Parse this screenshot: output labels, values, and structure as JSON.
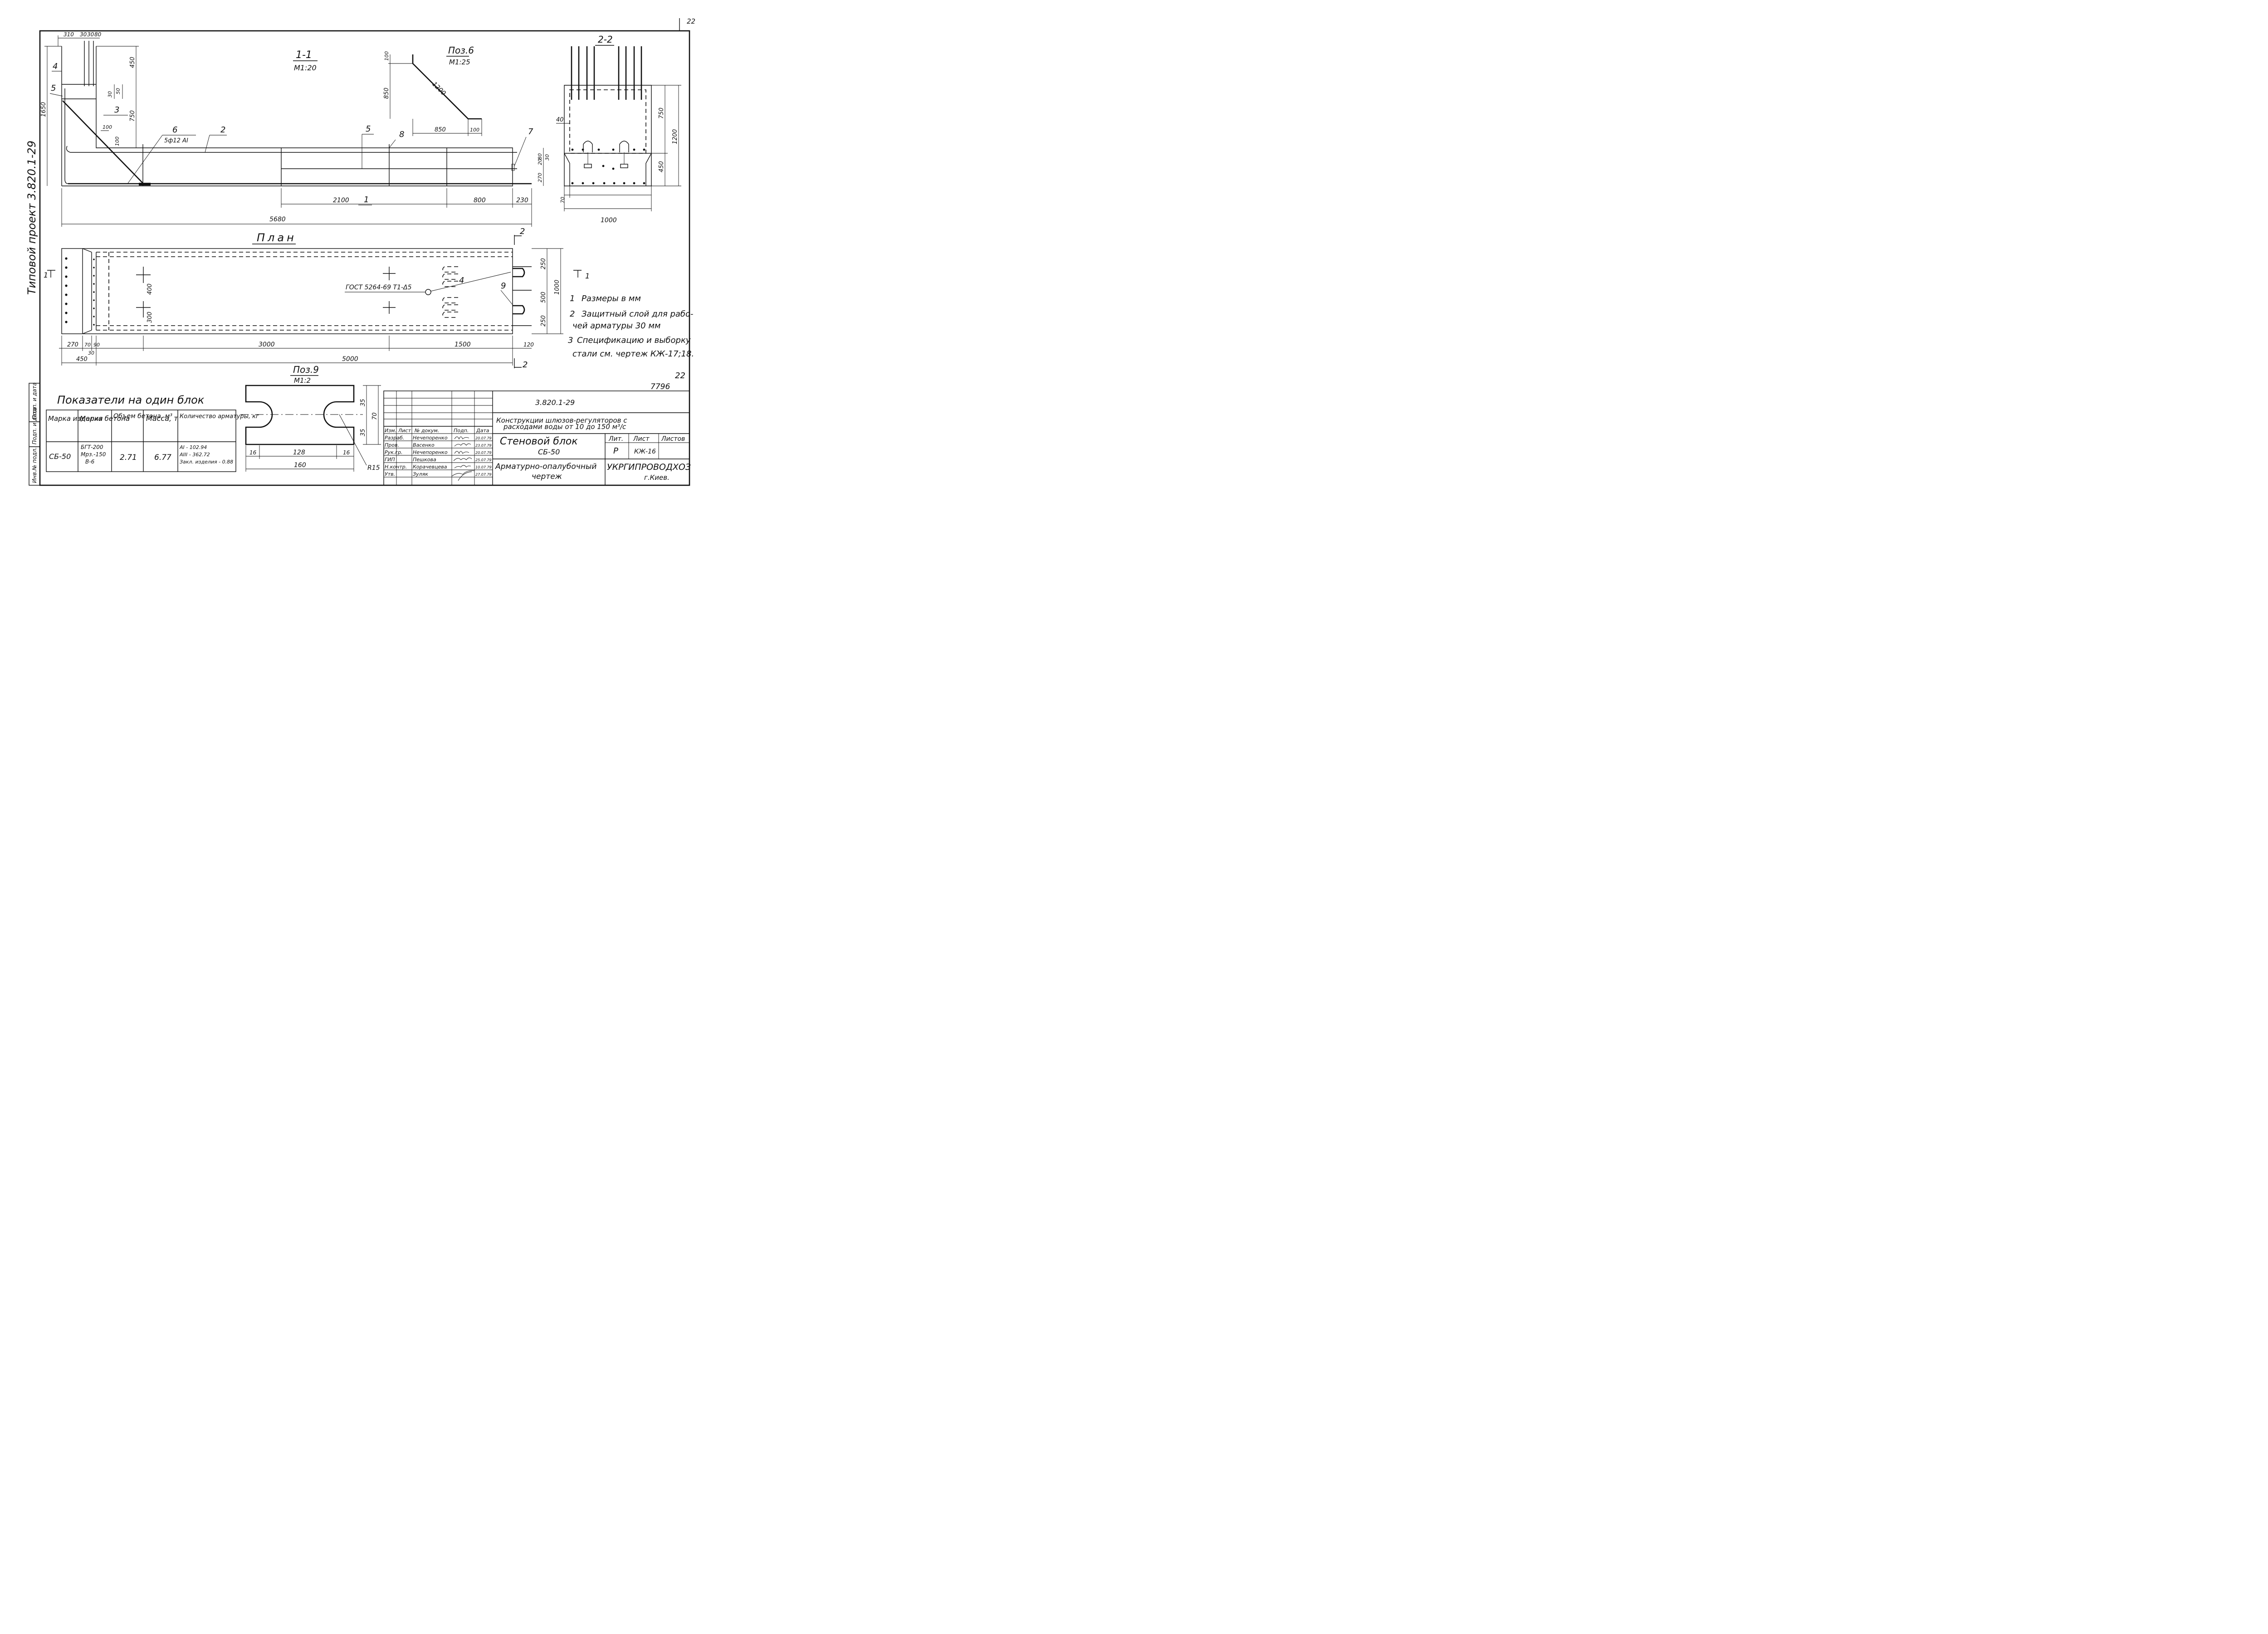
{
  "page_number": "22",
  "side_stamp": "Типовой проект 3.820.1-29",
  "section_1_1": {
    "title": "1-1",
    "scale": "М1:20"
  },
  "section_2_2": {
    "title": "2-2"
  },
  "pos6": {
    "title": "Поз.6",
    "scale": "М1:25"
  },
  "plan": {
    "title": "План"
  },
  "pos9": {
    "title": "Поз.9",
    "scale": "М1:2"
  },
  "cut_labels": {
    "one": "1",
    "two": "2"
  },
  "dims": {
    "top_310": "310",
    "top_30a": "30",
    "top_30b": "30",
    "top_80": "80",
    "h_1650": "1650",
    "h_450": "450",
    "h_750": "750",
    "h_30": "30",
    "h_50": "50",
    "h_100": "100",
    "h_100b": "100",
    "b_2100": "2100",
    "b_800": "800",
    "b_230": "230",
    "b_5680": "5680",
    "r_80": "80",
    "r_20": "20",
    "r_30": "30",
    "r_270": "270",
    "p6_100": "100",
    "p6_850v": "850",
    "p6_1200": "1200",
    "p6_850h": "850",
    "p6_100b": "100",
    "s22_750": "750",
    "s22_450": "450",
    "s22_1200": "1200",
    "s22_40": "40",
    "s22_70": "70",
    "s22_1000": "1000",
    "pl_400": "400",
    "pl_300": "300",
    "pl_250a": "250",
    "pl_500": "500",
    "pl_250b": "250",
    "pl_1000": "1000",
    "pl_270": "270",
    "pl_70": "70",
    "pl_90": "90",
    "pl_30": "30",
    "pl_450": "450",
    "pl_3000": "3000",
    "pl_1500": "1500",
    "pl_120": "120",
    "pl_5000": "5000",
    "p9_35a": "35",
    "p9_70": "70",
    "p9_35b": "35",
    "p9_16a": "16",
    "p9_128": "128",
    "p9_16b": "16",
    "p9_160": "160",
    "p9_r15": "R15"
  },
  "callouts": {
    "c1": "1",
    "c2": "2",
    "c3": "3",
    "c4": "4",
    "c5": "5",
    "c5b": "5",
    "c6": "6",
    "c6_spec": "5ф12 АI",
    "c7": "7",
    "c8": "8",
    "c9": "9",
    "c4b": "4",
    "weld": "ГОСТ 5264-69  Т1-Δ5"
  },
  "notes": [
    {
      "n": "1",
      "text": "Размеры в мм"
    },
    {
      "n": "2",
      "text": "Защитный слой для рабо-",
      "text2": "чей арматуры 30 мм"
    },
    {
      "n": "3",
      "text": "Спецификацию и выборку",
      "text2": "стали см. чертеж КЖ-17;18."
    }
  ],
  "sheet_mark": "22",
  "inv_number": "7796",
  "indicators": {
    "title": "Показатели на один блок",
    "headers": [
      "Марка изделия",
      "Марка бетона",
      "Объем бетона, м³",
      "Масса, т",
      "Количество арматуры, кг"
    ],
    "row": {
      "mark": "СБ-50",
      "concrete": [
        "БГТ-200",
        "Мрз.-150",
        "В-6"
      ],
      "volume": "2.71",
      "mass": "6.77",
      "rebar": [
        "АI - 102.94",
        "АIII - 362.72",
        "Закл. изделия - 0.88"
      ]
    }
  },
  "left_strip": [
    "Подп. и дата",
    "Подп. и дата",
    "Инв.№ подл."
  ],
  "title_block": {
    "project_code": "3.820.1-29",
    "project_title_1": "Конструкции шлюзов-регуляторов с",
    "project_title_2": "расходами воды от 10 до 150 м³/с",
    "col_headers": [
      "Изм.",
      "Лист",
      "№ докум.",
      "Подп.",
      "Дата"
    ],
    "people": [
      {
        "role": "Разраб.",
        "name": "Нечепоренко",
        "date": "20.07.79"
      },
      {
        "role": "Пров.",
        "name": "Васенко",
        "date": "23.07.79"
      },
      {
        "role": "Рук.гр.",
        "name": "Нечепоренко",
        "date": "20.07.79"
      },
      {
        "role": "ГИП",
        "name": "Пешкова",
        "date": "25.07.79"
      },
      {
        "role": "Н.контр.",
        "name": "Корачевцева",
        "date": "10.07.79"
      },
      {
        "role": "Утв.",
        "name": "Зуляк",
        "date": "27.07.79"
      }
    ],
    "element_name": "Стеновой блок",
    "element_mark": "СБ-50",
    "stage_headers": [
      "Лит.",
      "Лист",
      "Листов"
    ],
    "stage": "Р",
    "sheet": "КЖ-16",
    "sheets": "",
    "doc_type_1": "Арматурно-опалубочный",
    "doc_type_2": "чертеж",
    "org_1": "УКРГИПРОВОДХОЗ",
    "org_2": "г.Киев."
  }
}
